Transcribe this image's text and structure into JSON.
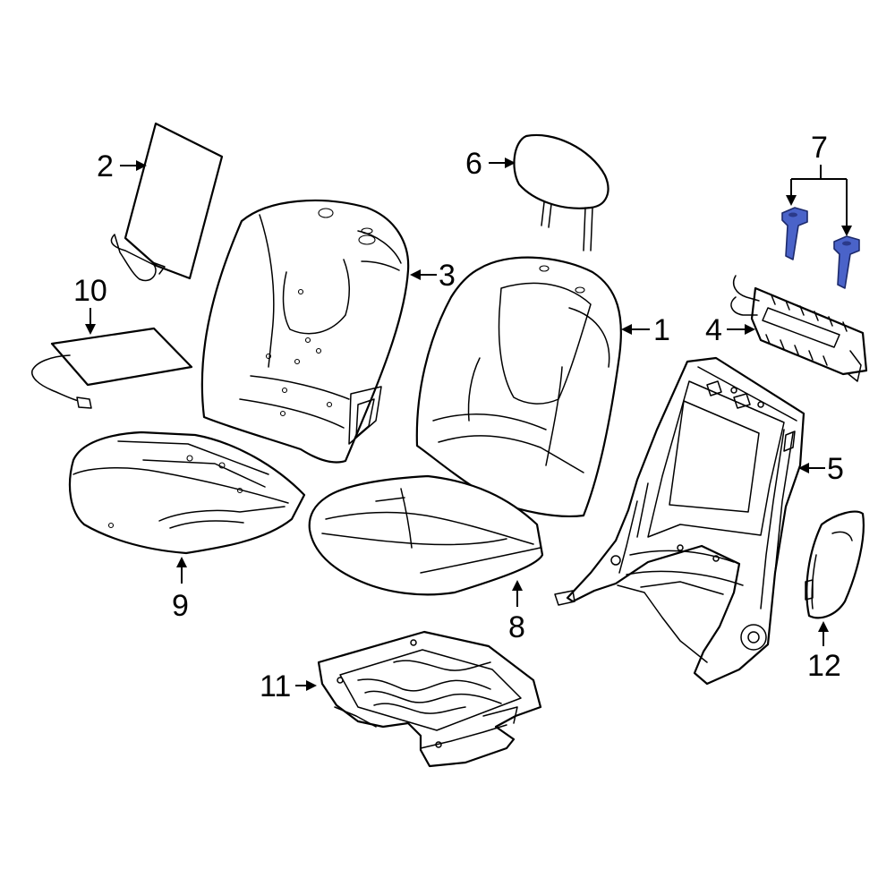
{
  "callouts": [
    {
      "id": "1",
      "label": "1"
    },
    {
      "id": "2",
      "label": "2"
    },
    {
      "id": "3",
      "label": "3"
    },
    {
      "id": "4",
      "label": "4"
    },
    {
      "id": "5",
      "label": "5"
    },
    {
      "id": "6",
      "label": "6"
    },
    {
      "id": "7",
      "label": "7"
    },
    {
      "id": "8",
      "label": "8"
    },
    {
      "id": "9",
      "label": "9"
    },
    {
      "id": "10",
      "label": "10"
    },
    {
      "id": "11",
      "label": "11"
    },
    {
      "id": "12",
      "label": "12"
    }
  ],
  "colors": {
    "line": "#000000",
    "background": "#ffffff",
    "highlight": "#4a63c9"
  },
  "highlighted_callout": "7"
}
